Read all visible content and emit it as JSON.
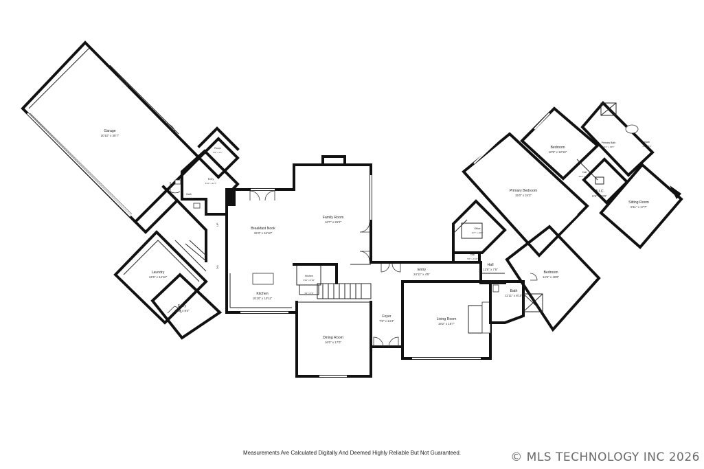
{
  "rooms": [
    {
      "name": "Garage",
      "dims": "20'10\" x 35'7\""
    },
    {
      "name": "Room",
      "dims": "5'5\" x 7'1\""
    },
    {
      "name": "Entry",
      "dims": "5'10\" x 11'7\""
    },
    {
      "name": "Bath",
      "dims": "5'9\" x 9'9\""
    },
    {
      "name": "Laundry",
      "dims": "13'5\" x 14'10\""
    },
    {
      "name": "Entry",
      "dims": "15'2\" x 9'4\""
    },
    {
      "name": "Breakfast Nook",
      "dims": "15'3\" x 16'10\""
    },
    {
      "name": "Kitchen",
      "dims": "15'10\" x 10'11\""
    },
    {
      "name": "Kitchen",
      "dims": "9'11\" x 3'10\""
    },
    {
      "name": "",
      "dims": "4'9\" x 3'6\""
    },
    {
      "name": "Family Room",
      "dims": "16'7\" x 26'2\""
    },
    {
      "name": "Dining Room",
      "dims": "16'0\" x 17'0\""
    },
    {
      "name": "Foyer",
      "dims": "7'6\" x 14'4\""
    },
    {
      "name": "Entry",
      "dims": "24'11\" x 4'5\""
    },
    {
      "name": "Living Room",
      "dims": "19'2\" x 16'7\""
    },
    {
      "name": "Office",
      "dims": "11'7\" x 10'0\""
    },
    {
      "name": "Hall",
      "dims": "5'0\" x 4'10\""
    },
    {
      "name": "Hall",
      "dims": "13'8\" x 7'6\""
    },
    {
      "name": "Primary Bedroom",
      "dims": "15'0\" x 24'3\""
    },
    {
      "name": "Bedroom",
      "dims": "10'9\" x 12'10\""
    },
    {
      "name": "Hall",
      "dims": "5'10\" x 11'1\""
    },
    {
      "name": "Primary Bath",
      "dims": "10'4\" x 15'5\""
    },
    {
      "name": "Bath",
      "dims": "4'9\" x 6'1\""
    },
    {
      "name": "W.I.C.",
      "dims": "6'6\" x 10'9\""
    },
    {
      "name": "Sitting Room",
      "dims": "9'11\" x 17'7\""
    },
    {
      "name": "Bedroom",
      "dims": "14'6\" x 18'8\""
    },
    {
      "name": "Bath",
      "dims": "11'11\" x 8'10\""
    }
  ],
  "stair_labels": [
    "UP",
    "DN"
  ],
  "disclaimer": "Measurements Are Calculated Digitally And Deemed Highly Reliable But Not Guaranteed.",
  "copyright": "© MLS TECHNOLOGY INC 2026"
}
